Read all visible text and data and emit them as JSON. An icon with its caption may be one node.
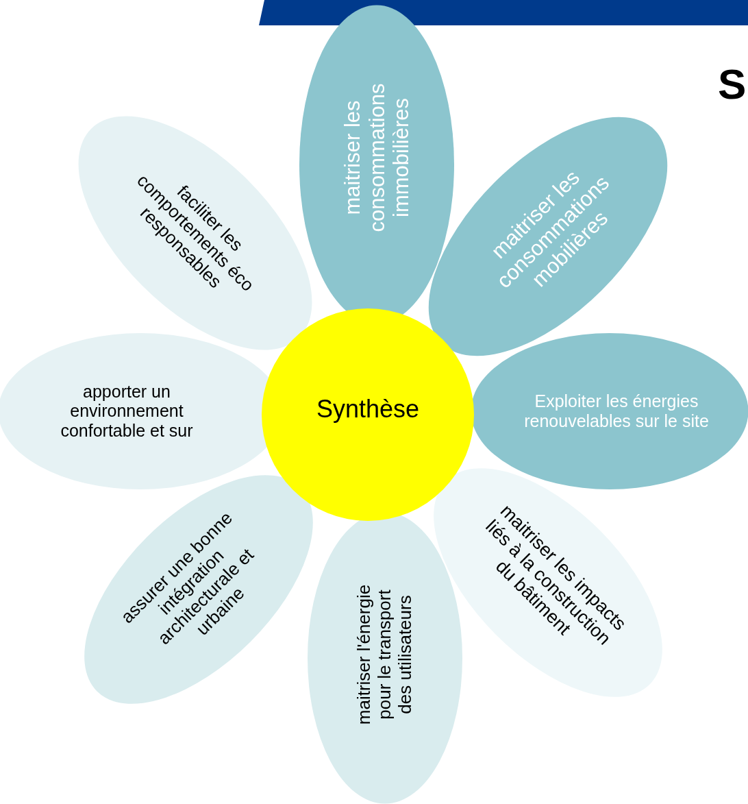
{
  "diagram": {
    "nodes": [
      {
        "text": [
          "Synthèse"
        ]
      },
      {
        "text": [
          "maitriser les consommations immobilières"
        ]
      },
      {
        "text": [
          "maitriser les consommations mobilières"
        ]
      },
      {
        "text": [
          "Exploiter les énergies renouvelables sur le site"
        ]
      },
      {
        "text": [
          "maitriser les impacts liés à la construction du bâtiment"
        ]
      },
      {
        "text": [
          "maitriser l'énergie pour le transport des utilisateurs"
        ]
      },
      {
        "text": [
          "assurer une bonne intégration architecturale et urbaine"
        ]
      },
      {
        "text": [
          "apporter un environnement confortable et sur"
        ]
      },
      {
        "text": [
          "faciliter les comportements éco responsables"
        ]
      }
    ],
    "labels": [
      "S"
    ]
  }
}
